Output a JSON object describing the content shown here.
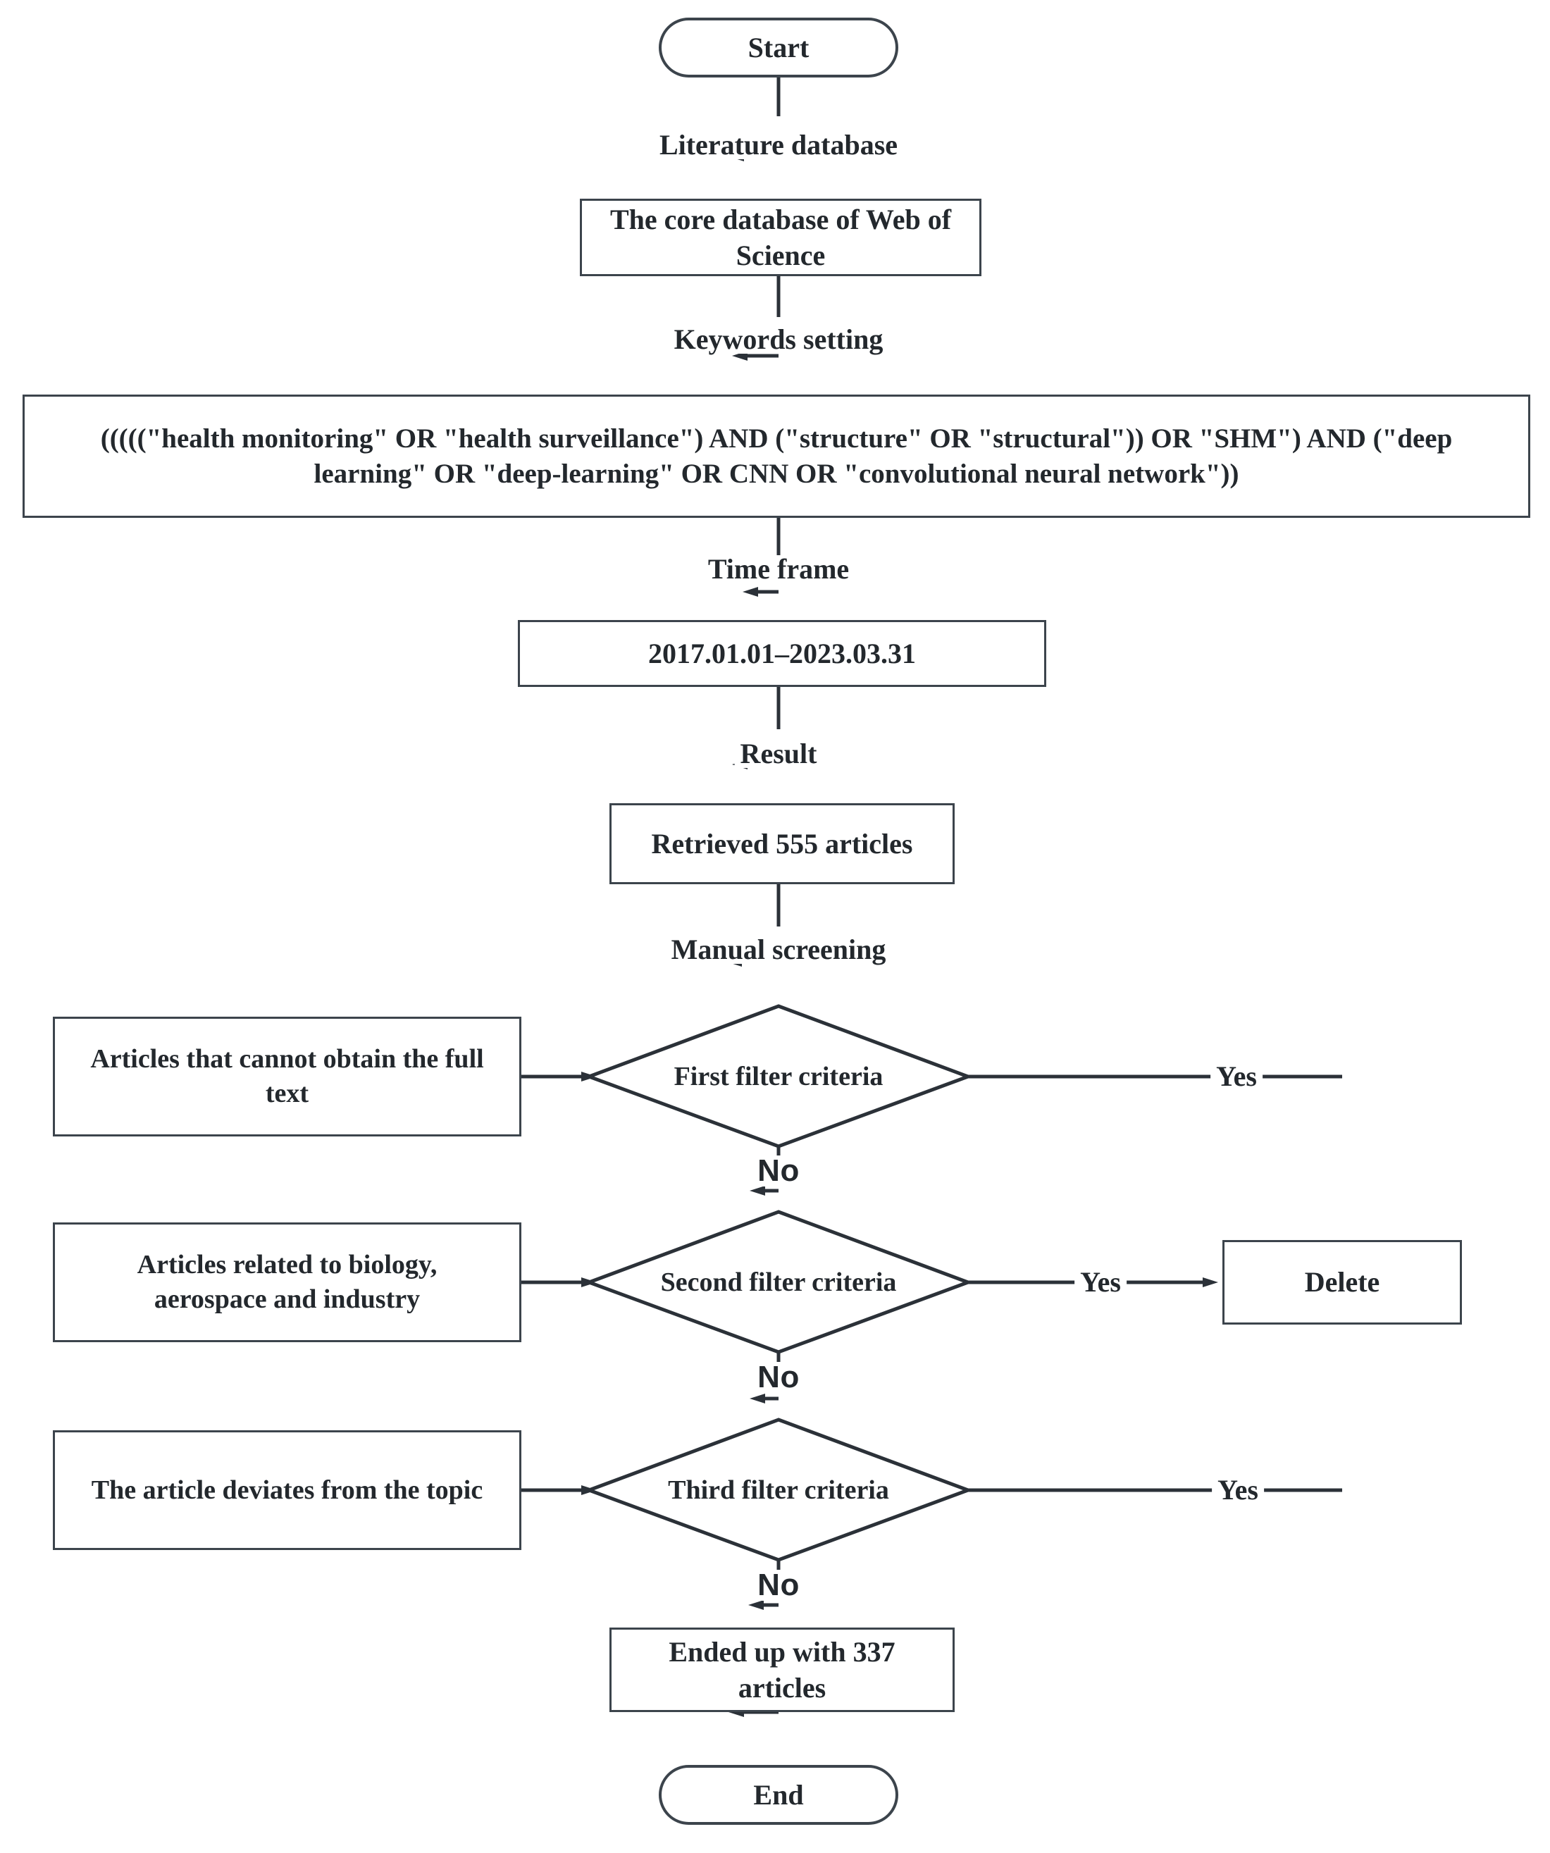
{
  "diagram": {
    "title": "Literature retrieval and screening flowchart",
    "type": "flowchart",
    "colors": {
      "stroke": "#3c444c",
      "text": "#23282d",
      "background": "#ffffff"
    }
  },
  "nodes": {
    "start": {
      "label": "Start",
      "shape": "terminator"
    },
    "database": {
      "label": "The core database of Web of Science",
      "shape": "process"
    },
    "query": {
      "label": "(((((\"health monitoring\" OR \"health surveillance\") AND (\"structure\" OR \"structural\")) OR \"SHM\") AND (\"deep learning\" OR \"deep-learning\" OR CNN OR \"convolutional neural network\"))",
      "shape": "process"
    },
    "timeframe": {
      "label": "2017.01.01–2023.03.31",
      "shape": "process"
    },
    "retrieved": {
      "label": "Retrieved 555 articles",
      "shape": "process"
    },
    "filter1": {
      "label": "First filter criteria",
      "shape": "decision"
    },
    "filter2": {
      "label": "Second filter criteria",
      "shape": "decision"
    },
    "filter3": {
      "label": "Third filter criteria",
      "shape": "decision"
    },
    "criteria1": {
      "label": "Articles that cannot obtain the full text",
      "shape": "process"
    },
    "criteria2": {
      "label": "Articles related to biology, aerospace and industry",
      "shape": "process"
    },
    "criteria3": {
      "label": "The article deviates from the topic",
      "shape": "process"
    },
    "delete": {
      "label": "Delete",
      "shape": "process"
    },
    "final": {
      "label": "Ended up with 337 articles",
      "shape": "process"
    },
    "end": {
      "label": "End",
      "shape": "terminator"
    }
  },
  "edge_labels": {
    "start_to_database": "Literature database",
    "database_to_query": "Keywords setting",
    "query_to_timeframe": "Time frame",
    "timeframe_to_retrieved": "Result",
    "retrieved_to_filter1": "Manual screening",
    "filter1_yes": "Yes",
    "filter1_no": "No",
    "filter2_yes": "Yes",
    "filter2_no": "No",
    "filter3_yes": "Yes",
    "filter3_no": "No"
  },
  "counts": {
    "retrieved_articles": "555",
    "final_articles": "337",
    "date_start": "2017.01.01",
    "date_end": "2023.03.31"
  }
}
